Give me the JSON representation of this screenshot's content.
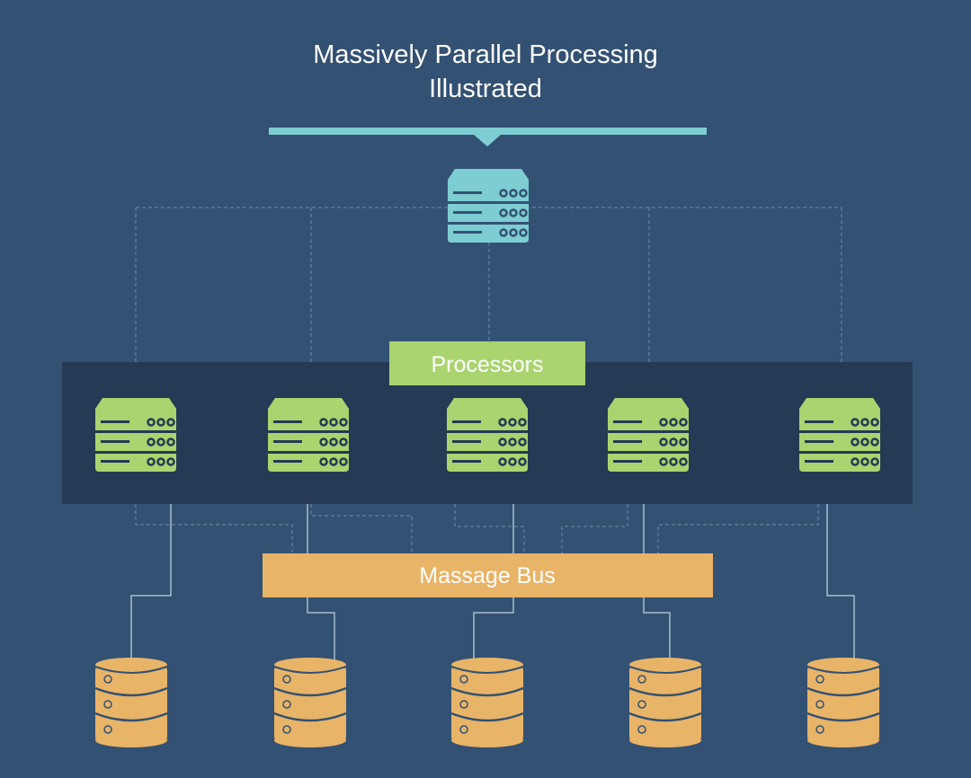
{
  "title": {
    "line1": "Massively Parallel Processing",
    "line2": "Illustrated"
  },
  "labels": {
    "processors": "Processors",
    "bus": "Massage Bus"
  },
  "colors": {
    "background": "#335172",
    "panel": "#243a55",
    "accent_teal": "#7ecdd2",
    "processor_green": "#a9d46f",
    "storage_orange": "#e8b468",
    "connector": "#a8bdd0"
  },
  "icons": {
    "master": "server-icon",
    "processor": "server-icon",
    "storage": "database-icon"
  },
  "processor_count": 5,
  "storage_count": 5
}
